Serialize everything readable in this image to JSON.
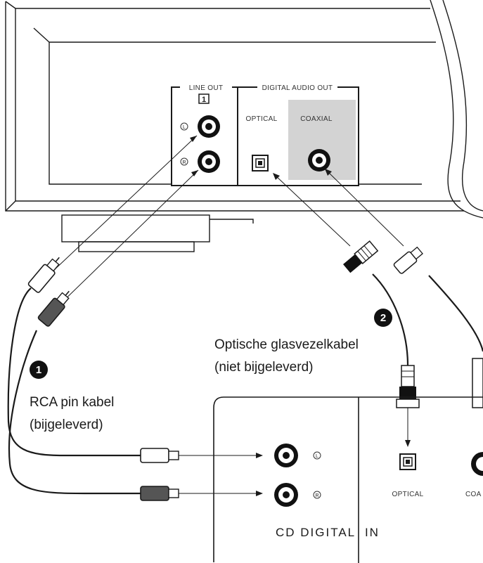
{
  "player": {
    "line_out_label": "LINE OUT",
    "line_out_index": "1",
    "digital_out_label": "DIGITAL AUDIO OUT",
    "optical_label": "OPTICAL",
    "coaxial_label": "COAXIAL",
    "left_channel": "L",
    "right_channel": "R"
  },
  "cables": {
    "rca": {
      "badge": "1",
      "line1": "RCA pin kabel",
      "line2": "(bijgeleverd)"
    },
    "optical": {
      "badge": "2",
      "line1": "Optische glasvezelkabel",
      "line2": "(niet bijgeleverd)"
    }
  },
  "recorder": {
    "input_label": "CD DIGITAL  IN",
    "optical_label": "OPTICAL",
    "coaxial_label_partial": "COA",
    "left_channel": "L",
    "right_channel": "R"
  },
  "colors": {
    "line": "#1a1a1a",
    "coaxial_panel": "#d3d3d3",
    "dark_plug": "#555555",
    "badge": "#111111"
  }
}
